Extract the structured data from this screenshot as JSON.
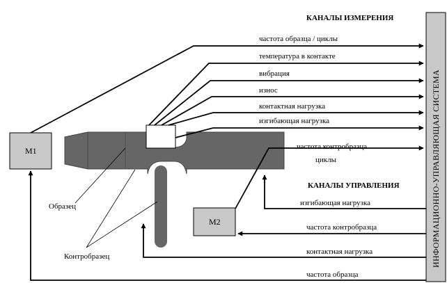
{
  "headers": {
    "measurement": "КАНАЛЫ ИЗМЕРЕНИЯ",
    "control": "КАНАЛЫ УПРАВЛЕНИЯ"
  },
  "system_label": "ИНФОРМАЦИОННО-УПРАВЛЯЮЩАЯ СИСТЕМА",
  "boxes": {
    "m1": "М1",
    "m2": "М2"
  },
  "parts": {
    "sample": "Образец",
    "counter_sample": "Контробразец"
  },
  "measurement_channels": [
    "частота образца / циклы",
    "температура в контакте",
    "вибрация",
    "износ",
    "контактная нагрузка",
    "изгибающая нагрузка",
    "частота контробразца",
    "циклы"
  ],
  "control_channels": [
    "изгибающая нагрузка",
    "частота контробразца",
    "контактная нагрузка",
    "частота образца"
  ]
}
